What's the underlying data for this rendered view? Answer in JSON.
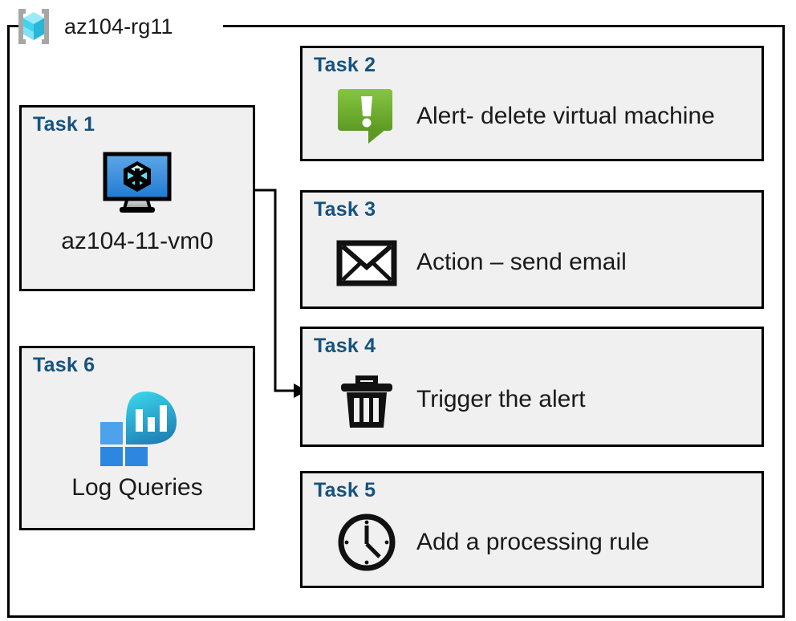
{
  "diagram": {
    "resource_group": {
      "name": "az104-rg11",
      "icon": "resource-group-cube-icon"
    },
    "theme": {
      "task_label_color": "#15537e",
      "card_fill": "#f0f0f0",
      "card_border": "#000000",
      "text_color": "#1a1a1a",
      "alert_green": "#76b82a",
      "azure_blue": "#3a8fdd",
      "log_teal": "#32c5e0"
    },
    "cards": [
      {
        "id": "task1",
        "title": "Task 1",
        "label": "az104-11-vm0",
        "icon": "virtual-machine-icon"
      },
      {
        "id": "task2",
        "title": "Task 2",
        "label": "Alert- delete virtual machine",
        "icon": "alert-bubble-icon"
      },
      {
        "id": "task3",
        "title": "Task 3",
        "label": "Action – send email",
        "icon": "envelope-icon"
      },
      {
        "id": "task4",
        "title": "Task 4",
        "label": "Trigger the alert",
        "icon": "trash-can-icon"
      },
      {
        "id": "task5",
        "title": "Task 5",
        "label": "Add a processing rule",
        "icon": "clock-icon"
      },
      {
        "id": "task6",
        "title": "Task 6",
        "label": "Log Queries",
        "icon": "log-analytics-icon"
      }
    ],
    "connector": {
      "from": "task1",
      "to": "task4",
      "style": "elbow-arrow"
    }
  }
}
